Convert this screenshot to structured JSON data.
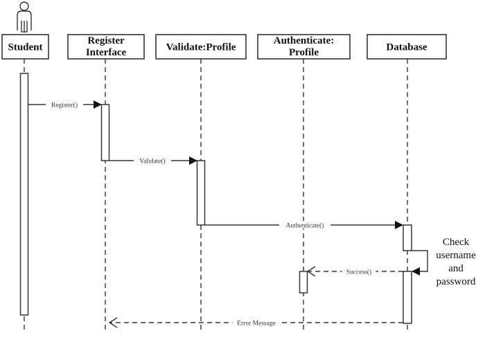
{
  "diagram": {
    "type": "uml-sequence",
    "actor": {
      "name": "Student",
      "icon": "stick-figure-icon"
    },
    "participants": [
      {
        "id": "student",
        "lines": [
          "Student"
        ]
      },
      {
        "id": "register_interface",
        "lines": [
          "Register",
          "Interface"
        ]
      },
      {
        "id": "validate_profile",
        "lines": [
          "Validate:Profile"
        ]
      },
      {
        "id": "authenticate_profile",
        "lines": [
          "Authenticate:",
          "Profile"
        ]
      },
      {
        "id": "database",
        "lines": [
          "Database"
        ]
      }
    ],
    "messages": [
      {
        "from": "student",
        "to": "register_interface",
        "label": "Register()",
        "kind": "sync"
      },
      {
        "from": "register_interface",
        "to": "validate_profile",
        "label": "Validate()",
        "kind": "sync"
      },
      {
        "from": "validate_profile",
        "to": "database",
        "label": "Authenticate()",
        "kind": "sync"
      },
      {
        "from": "database",
        "to": "database",
        "label": "",
        "kind": "self"
      },
      {
        "from": "database",
        "to": "authenticate_profile",
        "label": "Success()",
        "kind": "return"
      },
      {
        "from": "database",
        "to": "register_interface",
        "label": "Error Message",
        "kind": "return"
      }
    ],
    "note": {
      "lines": [
        "Check",
        "username",
        "and",
        "password"
      ]
    }
  }
}
